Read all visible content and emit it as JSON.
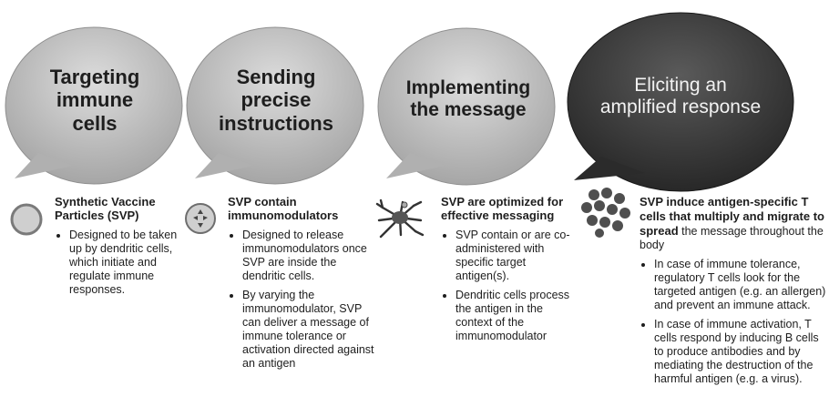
{
  "bubbles": [
    {
      "title": "Targeting immune cells"
    },
    {
      "title": "Sending precise instructions"
    },
    {
      "title": "Implementing the message"
    },
    {
      "title": "Eliciting an amplified response"
    }
  ],
  "columns": [
    {
      "icon": "sphere-icon",
      "heading": "Synthetic Vaccine Particles (SVP)",
      "bullets": [
        "Designed to be taken up by dendritic cells, which initiate and regulate immune responses."
      ]
    },
    {
      "icon": "particle-with-triangles-icon",
      "heading": "SVP contain immunomodulators",
      "bullets": [
        "Designed to release immunomodulators once SVP are inside the dendritic cells.",
        "By varying the immunomodulator, SVP can deliver a message of immune tolerance or activation directed against an antigen"
      ]
    },
    {
      "icon": "dendritic-cell-icon",
      "heading": "SVP are optimized for effective messaging",
      "bullets": [
        "SVP contain or are co-administered with specific target antigen(s).",
        "Dendritic cells process the antigen in the context of the immunomodulator"
      ]
    },
    {
      "icon": "t-cell-cluster-icon",
      "heading_bold": "SVP induce antigen-specific T cells that multiply and migrate to spread",
      "heading_rest": " the message throughout the body",
      "bullets": [
        "In case of immune tolerance, regulatory T cells look for the targeted antigen (e.g. an allergen) and prevent an immune attack.",
        "In case of immune activation, T cells respond by inducing B cells to produce antibodies and by mediating the destruction of the harmful antigen (e.g. a virus)."
      ]
    }
  ],
  "colors": {
    "bubble_light": "#c4c4c4",
    "bubble_mid": "#a9a9a9",
    "bubble_dark": "#3a3a3a",
    "text": "#1e1e1e"
  }
}
